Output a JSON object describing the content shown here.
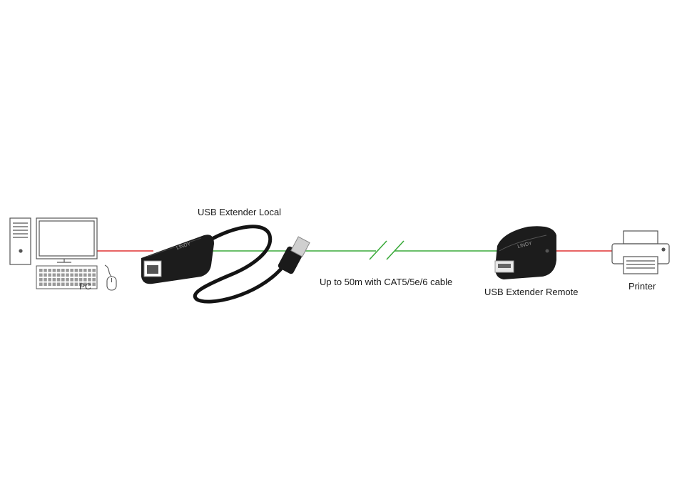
{
  "labels": {
    "local": "USB Extender Local",
    "cable": "Up to 50m with CAT5/5e/6 cable",
    "remote": "USB Extender Remote",
    "printer": "Printer",
    "pc": "PC"
  },
  "brand_marks": {
    "local": "LINDY",
    "remote": "LINDY"
  },
  "colors": {
    "usb_line": "#e03030",
    "cat_cable": "#3aaa3a",
    "device_body": "#1c1c1c",
    "outline": "#555555"
  },
  "icons": [
    "computer-tower-icon",
    "monitor-icon",
    "keyboard-icon",
    "mouse-icon",
    "printer-icon"
  ]
}
